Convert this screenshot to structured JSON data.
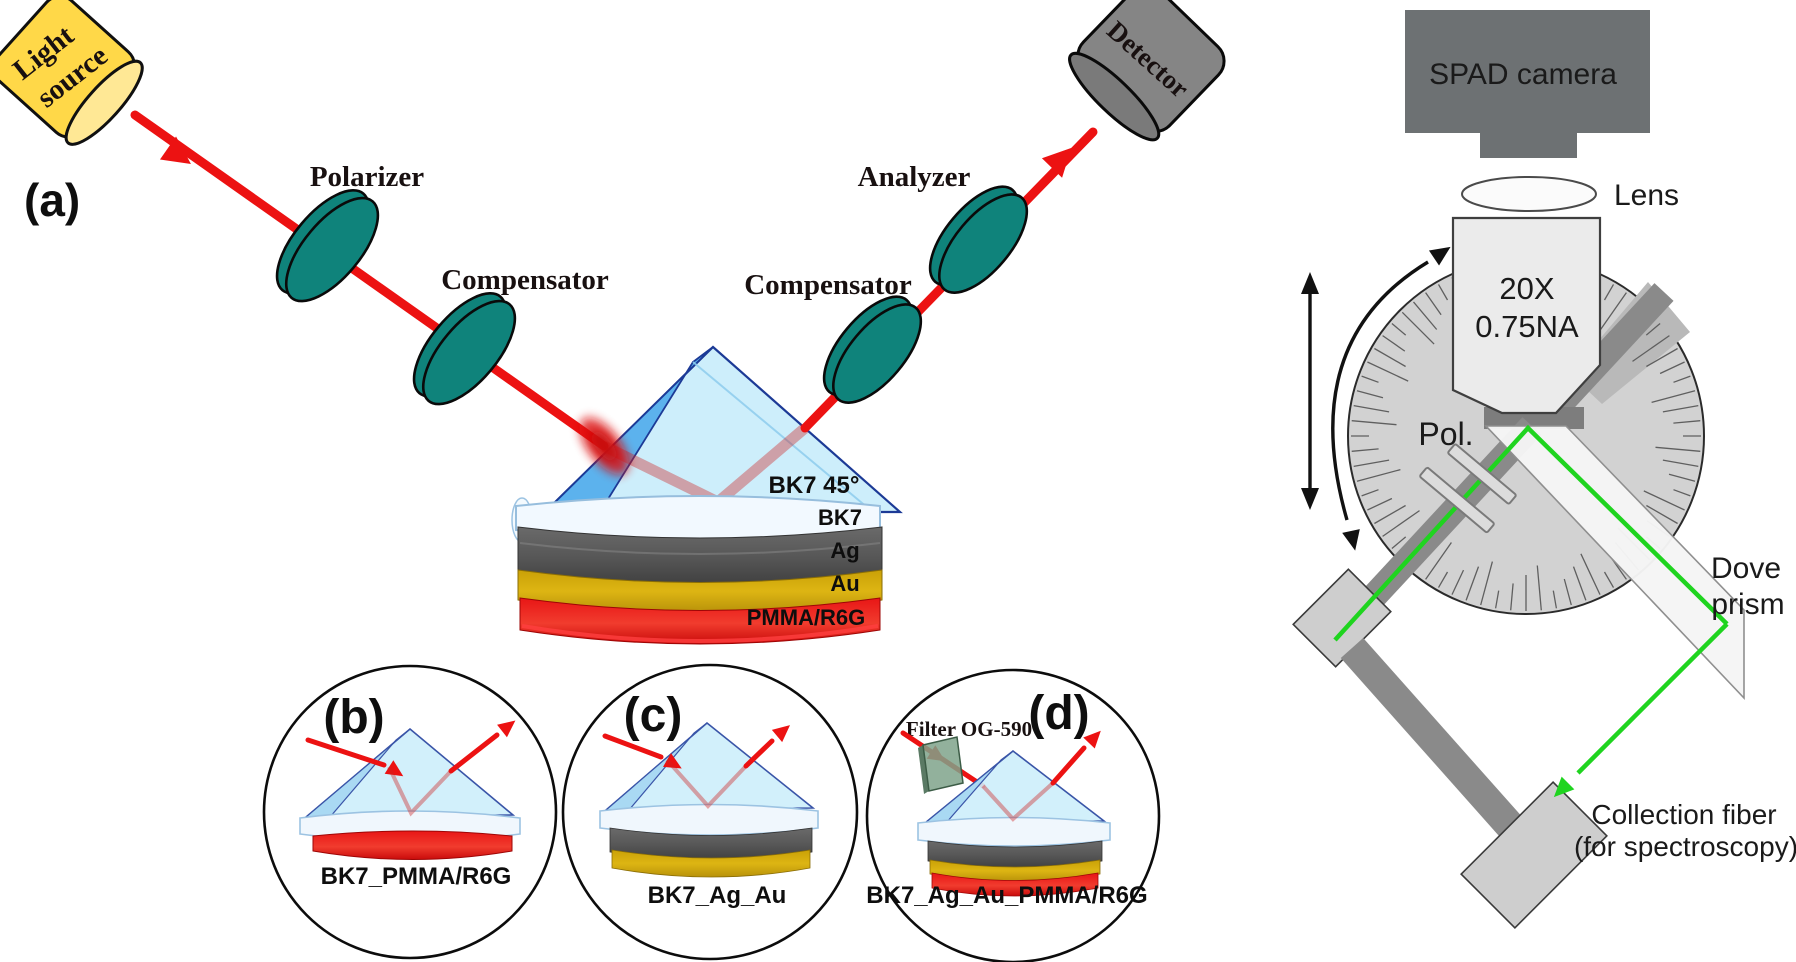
{
  "figure": {
    "panel_a": {
      "label": "(a)",
      "light_source_line1": "Light",
      "light_source_line2": "source",
      "polarizer": "Polarizer",
      "compensator_left": "Compensator",
      "compensator_right": "Compensator",
      "analyzer": "Analyzer",
      "detector": "Detector",
      "prism_label": "BK7 45°",
      "layer_bk7": "BK7",
      "layer_ag": "Ag",
      "layer_au": "Au",
      "layer_pmma": "PMMA/R6G"
    },
    "insets": {
      "b": {
        "label": "(b)",
        "caption": "BK7_PMMA/R6G"
      },
      "c": {
        "label": "(c)",
        "caption": "BK7_Ag_Au"
      },
      "d": {
        "label": "(d)",
        "caption": "BK7_Ag_Au_PMMA/R6G",
        "filter": "Filter OG-590"
      }
    },
    "panel_right": {
      "camera": "SPAD camera",
      "lens": "Lens",
      "objective_line1": "20X",
      "objective_line2": "0.75NA",
      "polarizer": "Pol.",
      "dove_line1": "Dove",
      "dove_line2": "prism",
      "fiber_line1": "Collection fiber",
      "fiber_line2": "(for spectroscopy)"
    },
    "colors": {
      "beam_red": "#ec1212",
      "beam_green": "#1fd41f",
      "disk_teal": "#0f837b",
      "prism_blue": "#c9edfb",
      "prism_edge_blue": "#1c3a96",
      "silver": "#565656",
      "gold": "#d5ab0d",
      "pmma_red": "#e60f0f",
      "camera_gray": "#6d7173",
      "dial_gray": "#d2d2d2"
    }
  }
}
